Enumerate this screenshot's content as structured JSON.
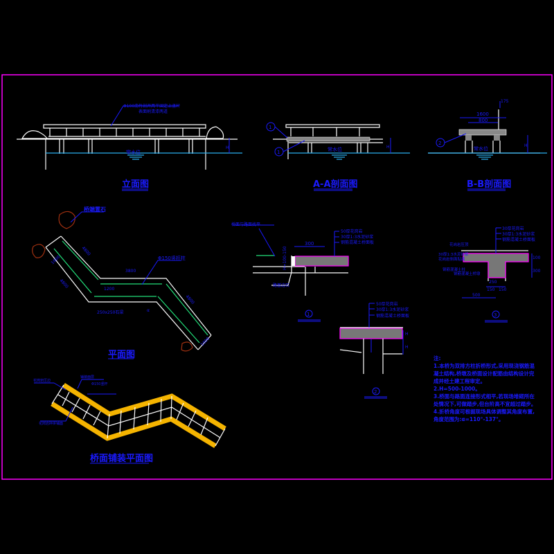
{
  "colors": {
    "background": "#000000",
    "frame": "#ff00ff",
    "annotation": "#1a1aff",
    "water": "#2ab0f0",
    "railing": "#22e07a",
    "rock": "#a03010",
    "paving_edge": "#f5b400"
  },
  "elevation": {
    "title": "立面图",
    "callout": [
      "Φ100南竹剖开两半固定上竖杆",
      "表面刷清漆两道"
    ],
    "water_level": "常水位",
    "dim": "H"
  },
  "section_aa": {
    "title": "A-A剖面图",
    "water_level": "常水位",
    "markers": [
      "1",
      "1"
    ],
    "dim": "H"
  },
  "section_bb": {
    "title": "B-B剖面图",
    "water_level": "常水位",
    "marker": "2",
    "dims": [
      "1600",
      "800",
      "175",
      "H"
    ]
  },
  "plan": {
    "title": "平面图",
    "rock_label": "桥端置石",
    "post_label": "Φ150竖杆柱",
    "beam_label": "250x250石梁",
    "dims": [
      "3800",
      "1200",
      "4800",
      "4800",
      "4800",
      "1600",
      "1600",
      "α"
    ]
  },
  "detail1": {
    "title": "1",
    "top_note": "桥面与路面找平",
    "layers": [
      "50厚花岗岩",
      "30厚1:3水泥砂浆",
      "钢筋混凝土桥面板"
    ],
    "dim": "300",
    "side_dim": "H=100-150",
    "base_label": "路基边石"
  },
  "detail2": {
    "title": "2",
    "layers": [
      "50厚花岗岩",
      "30厚1:3水泥砂浆",
      "钢筋混凝土桥面板"
    ],
    "dims": [
      "H",
      "H"
    ]
  },
  "detail3": {
    "title": "3",
    "layers": [
      "30厚花岗岩",
      "30厚1:3水泥砂浆",
      "钢筋混凝土桥面板"
    ],
    "left_notes": [
      "花岗岩压顶",
      "30厚1:3水泥砂浆",
      "花岗岩侧面贴面",
      "钢筋混凝土柱",
      "钢筋混凝土桥墩"
    ],
    "dims": [
      "100",
      "300",
      "250",
      "150",
      "150",
      "500"
    ]
  },
  "paving": {
    "title": "桥面铺装平面图",
    "labels": [
      "花岗岩压边",
      "铺装面层",
      "Φ150竖杆",
      "花岗岩碎拼铺面"
    ]
  },
  "notes": {
    "heading": "注:",
    "items": [
      "1.本桥为双排方柱折桥形式,采用现浇钢筋混凝土结构,桥墩及桥面设计配筋由结构设计完成并经土建工程审定。",
      "2.H=500-1000。",
      "3.桥面与路面连接形式相平,若现场堆砌所在处情况下,可做踏步,但台阶高不宜超过踏步。",
      "4.折桥角度可根据现场具体调整其角度布置,角度范围为:α=110°-137°。"
    ]
  }
}
